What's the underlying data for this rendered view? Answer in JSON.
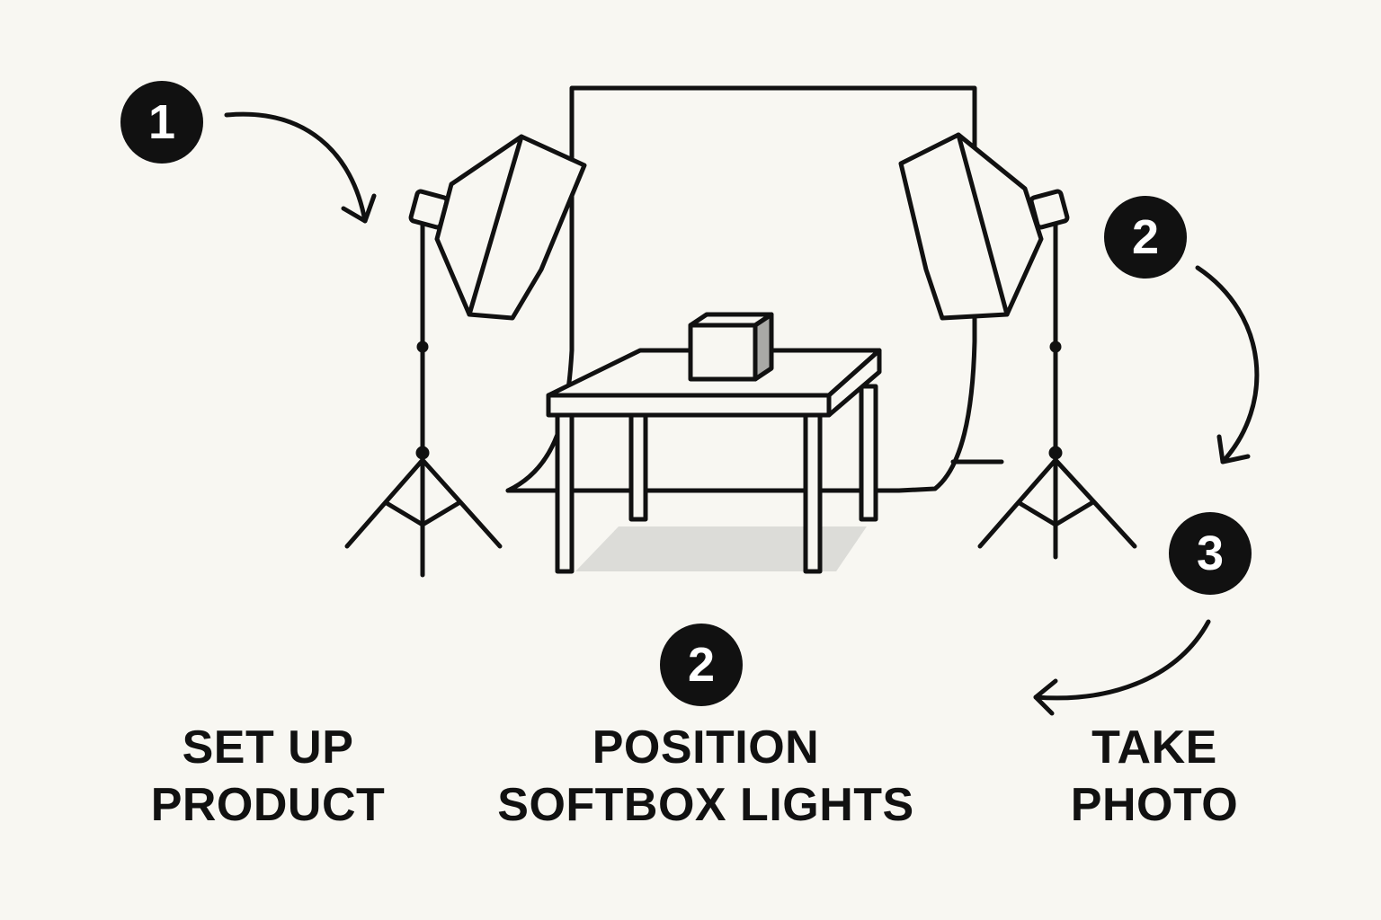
{
  "badges": {
    "step1": "1",
    "step2_right": "2",
    "step3": "3",
    "step2_center": "2"
  },
  "labels": {
    "setup_line1": "SET UP",
    "setup_line2": "PRODUCT",
    "position_line1": "POSITION",
    "position_line2": "SOFTBOX LIGHTS",
    "take_line1": "TAKE",
    "take_line2": "PHOTO"
  },
  "colors": {
    "background": "#f8f7f2",
    "ink": "#111111",
    "shadow": "#dcdcd8"
  },
  "icons": [
    "softbox-light-icon",
    "backdrop-icon",
    "table-icon",
    "product-box-icon",
    "tripod-icon",
    "arrow-icon"
  ]
}
